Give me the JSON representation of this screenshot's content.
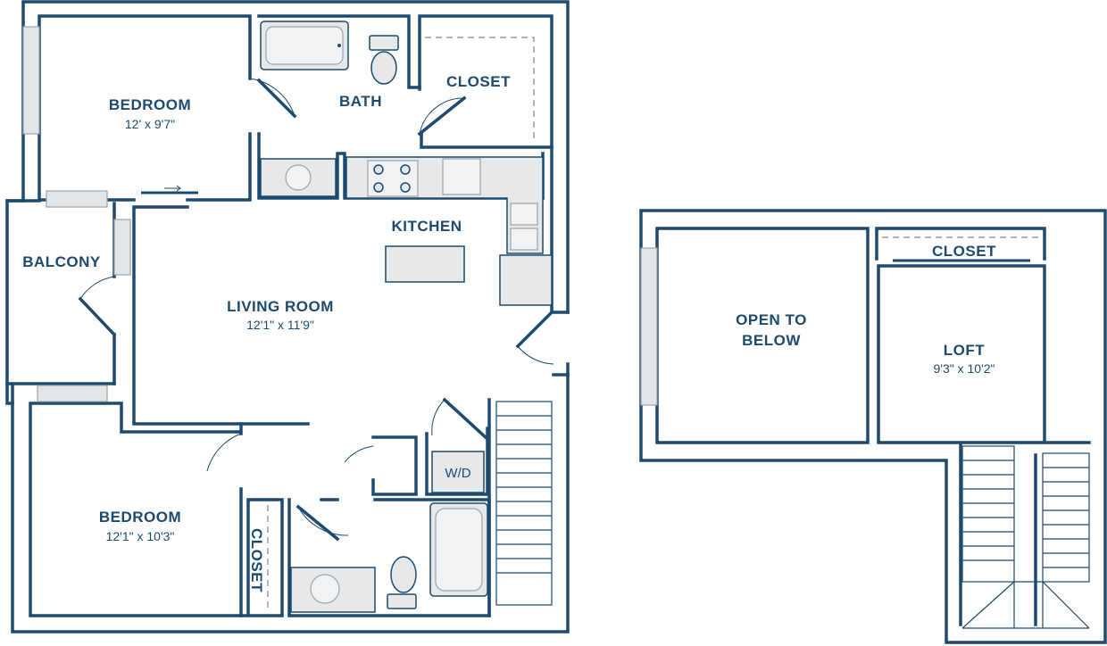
{
  "lower_level": {
    "bedroom_top": {
      "name": "BEDROOM",
      "dims": "12' x 9'7\""
    },
    "bath_top": {
      "name": "BATH"
    },
    "closet_top": {
      "name": "CLOSET"
    },
    "kitchen": {
      "name": "KITCHEN"
    },
    "balcony": {
      "name": "BALCONY"
    },
    "living_room": {
      "name": "LIVING ROOM",
      "dims": "12'1\" x 11'9\""
    },
    "bedroom_bottom": {
      "name": "BEDROOM",
      "dims": "12'1\" x 10'3\""
    },
    "closet_bottom": {
      "name": "CLOSET"
    },
    "laundry": {
      "name": "W/D"
    }
  },
  "upper_level": {
    "open_to_below": {
      "line1": "OPEN TO",
      "line2": "BELOW"
    },
    "loft": {
      "name": "LOFT",
      "dims": "9'3\" x 10'2\""
    },
    "closet": {
      "name": "CLOSET"
    }
  },
  "colors": {
    "wall": "#1d4a6e",
    "fixture": "#e6e8ea",
    "background": "#ffffff"
  }
}
